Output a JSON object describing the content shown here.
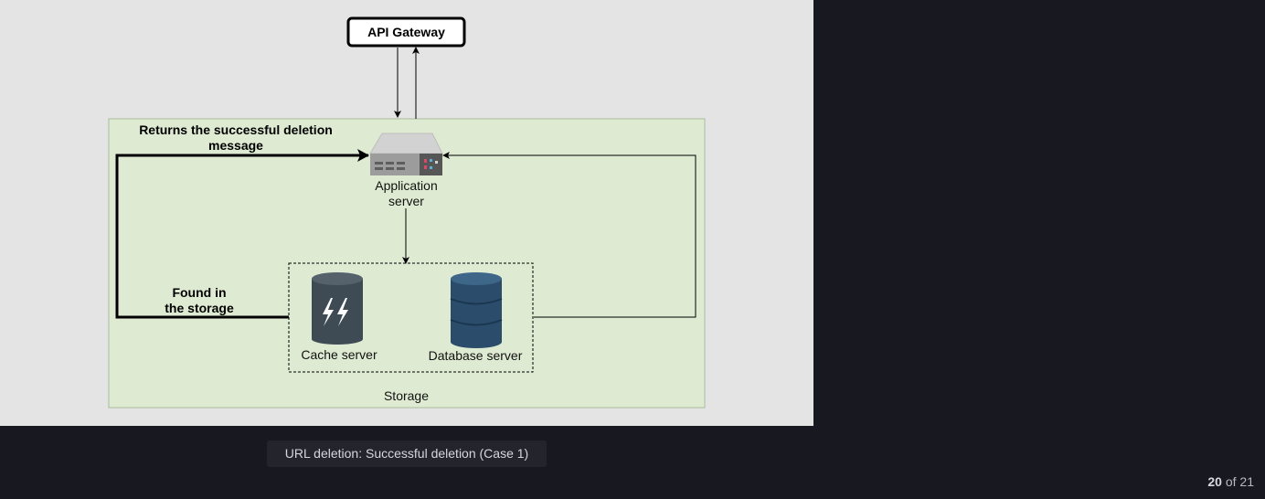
{
  "diagram": {
    "nodes": {
      "api_gateway": "API Gateway",
      "app_server_line1": "Application",
      "app_server_line2": "server",
      "cache_server": "Cache server",
      "database_server": "Database server",
      "storage": "Storage"
    },
    "edge_labels": {
      "returns_line1": "Returns the successful deletion",
      "returns_line2": "message",
      "found_line1": "Found in",
      "found_line2": "the storage"
    },
    "colors": {
      "region_fill": "#deebd2",
      "region_border": "#a9bd9a",
      "cylinder": "#3e4a54",
      "database": "#2b4d6b"
    }
  },
  "caption": "URL deletion: Successful deletion (Case 1)",
  "pager": {
    "current": "20",
    "separator": " of ",
    "total": "21"
  }
}
